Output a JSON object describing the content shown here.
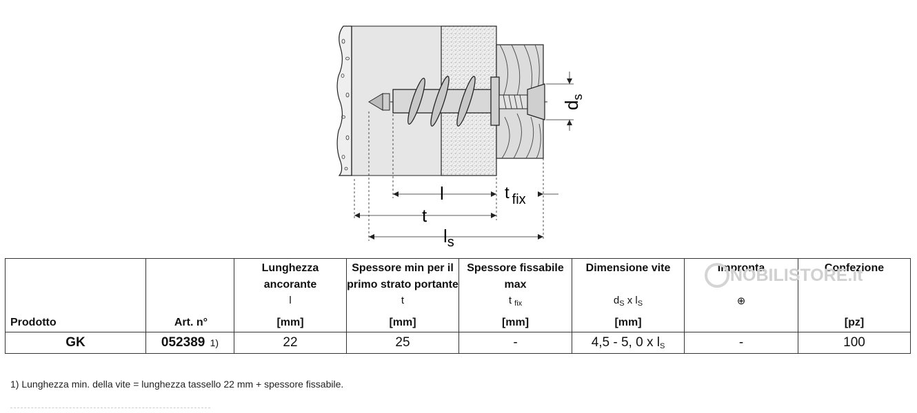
{
  "diagram": {
    "label_l": "l",
    "label_t": "t",
    "label_tfix_main": "t",
    "label_tfix_sub": "fix",
    "label_ls_main": "l",
    "label_ls_sub": "s",
    "label_ds_main": "d",
    "label_ds_sub": "s"
  },
  "table": {
    "headers": {
      "prodotto": "Prodotto",
      "art": "Art. n°",
      "lunghezza": {
        "title": "Lunghezza ancorante",
        "symbol": "l",
        "unit": "[mm]"
      },
      "spessore_min": {
        "title": "Spessore min per il primo strato portante",
        "symbol": "t",
        "unit": "[mm]"
      },
      "spessore_fiss": {
        "title": "Spessore fissabile max",
        "symbol": "t",
        "symbol_sub": "fix",
        "unit": "[mm]"
      },
      "dimensione": {
        "title": "Dimensione vite",
        "symbol_a": "d",
        "symbol_a_sub": "S",
        "symbol_x": " x l",
        "symbol_b_sub": "S",
        "unit": "[mm]"
      },
      "impronta": {
        "title": "Impronta",
        "symbol": "⊕"
      },
      "confezione": {
        "title": "Confezione",
        "unit": "[pz]"
      }
    },
    "row": {
      "prodotto": "GK",
      "art_code": "052389",
      "art_note": "1)",
      "lunghezza": "22",
      "spessore_min": "25",
      "spessore_fiss": "-",
      "dimensione": "4,5 - 5, 0 x l",
      "dimensione_sub": "S",
      "impronta": "-",
      "confezione": "100"
    }
  },
  "watermark": "NOBILISTORE.it",
  "footnote": "1) Lunghezza min. della vite = lunghezza tassello 22 mm + spessore fissabile."
}
